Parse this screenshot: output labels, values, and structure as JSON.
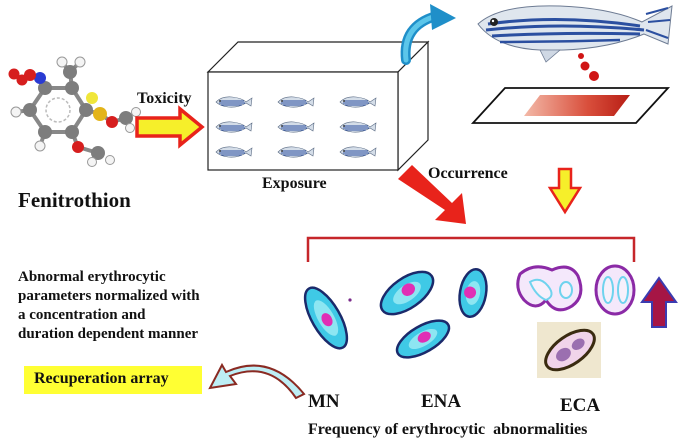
{
  "labels": {
    "toxicity": "Toxicity",
    "fenitrothion": "Fenitrothion",
    "exposure": "Exposure",
    "occurrence": "Occurrence",
    "abnormal_text": [
      "Abnormal erythrocytic",
      "parameters normalized with",
      "a concentration and",
      "duration dependent manner"
    ],
    "recuperation": "Recuperation array",
    "mn": "MN",
    "ena": "ENA",
    "eca": "ECA",
    "frequency": "Frequency of erythrocytic  abnormalities"
  },
  "colors": {
    "arrow_red": "#e8231b",
    "arrow_yellow": "#f6ef2a",
    "bracket": "#c6262a",
    "cell_cyan": "#44d4ee",
    "cell_nucleus": "#e02fb5",
    "up_arrow": "#a61545",
    "up_arrow_edge": "#3b3bb0",
    "recuperation_bg": "#ffff33",
    "curved_arrow": "#bdeef5",
    "curved_arrow_edge": "#8a2a22",
    "fish_stripe": "#2b4fa0"
  },
  "icons": [
    "molecule-icon",
    "fish-tank-icon",
    "zebrafish-icon",
    "blood-slide-icon",
    "erythrocyte-icon"
  ]
}
